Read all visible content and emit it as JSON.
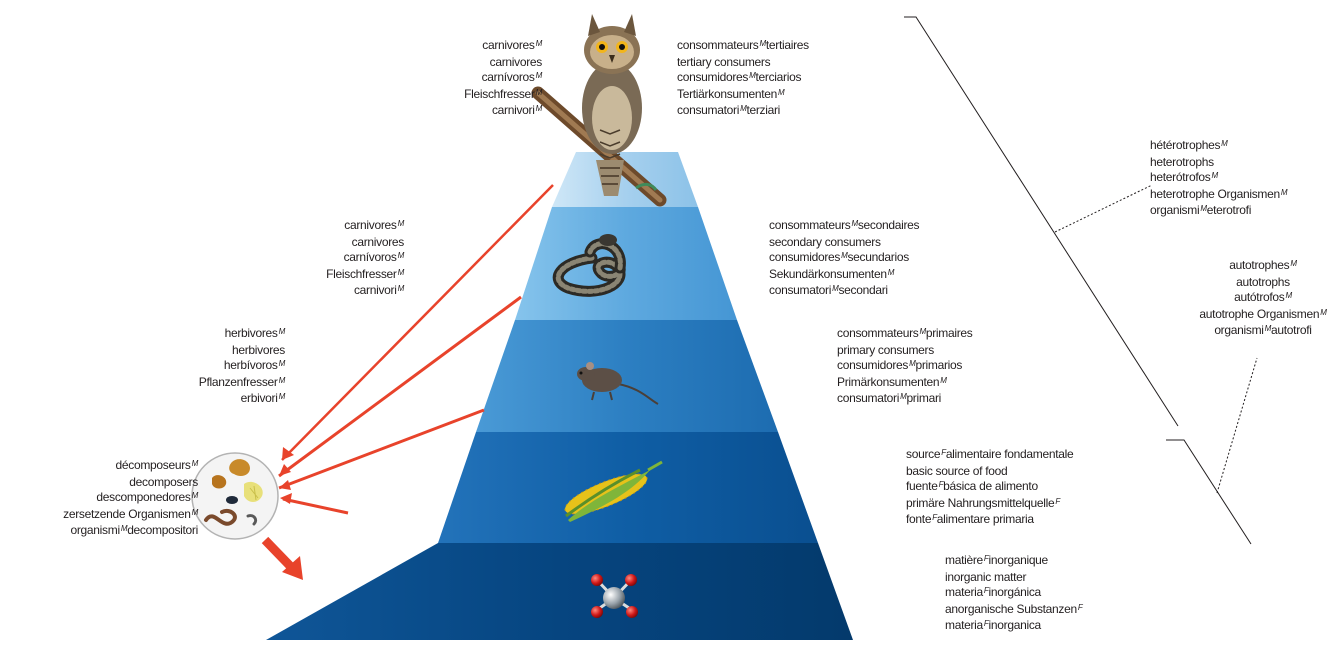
{
  "labels": {
    "tertiary_left": [
      {
        "pre": "carnivores",
        "g": "M",
        "post": ""
      },
      {
        "pre": "carnivores",
        "g": "",
        "post": ""
      },
      {
        "pre": "carnívoros",
        "g": "M",
        "post": ""
      },
      {
        "pre": "Fleischfresser",
        "g": "M",
        "post": ""
      },
      {
        "pre": "carnivori",
        "g": "M",
        "post": ""
      }
    ],
    "tertiary_right": [
      {
        "pre": "consommateurs",
        "g": "M",
        "post": "tertiaires"
      },
      {
        "pre": "tertiary consumers",
        "g": "",
        "post": ""
      },
      {
        "pre": "consumidores",
        "g": "M",
        "post": "terciarios"
      },
      {
        "pre": "Tertiärkonsumenten",
        "g": "M",
        "post": ""
      },
      {
        "pre": "consumatori",
        "g": "M",
        "post": "terziari"
      }
    ],
    "secondary_left": [
      {
        "pre": "carnivores",
        "g": "M",
        "post": ""
      },
      {
        "pre": "carnivores",
        "g": "",
        "post": ""
      },
      {
        "pre": "carnívoros",
        "g": "M",
        "post": ""
      },
      {
        "pre": "Fleischfresser",
        "g": "M",
        "post": ""
      },
      {
        "pre": "carnivori",
        "g": "M",
        "post": ""
      }
    ],
    "secondary_right": [
      {
        "pre": "consommateurs",
        "g": "M",
        "post": "secondaires"
      },
      {
        "pre": "secondary consumers",
        "g": "",
        "post": ""
      },
      {
        "pre": "consumidores",
        "g": "M",
        "post": "secundarios"
      },
      {
        "pre": "Sekundärkonsumenten",
        "g": "M",
        "post": ""
      },
      {
        "pre": "consumatori",
        "g": "M",
        "post": "secondari"
      }
    ],
    "primary_left": [
      {
        "pre": "herbivores",
        "g": "M",
        "post": ""
      },
      {
        "pre": "herbivores",
        "g": "",
        "post": ""
      },
      {
        "pre": "herbívoros",
        "g": "M",
        "post": ""
      },
      {
        "pre": "Pflanzenfresser",
        "g": "M",
        "post": ""
      },
      {
        "pre": "erbivori",
        "g": "M",
        "post": ""
      }
    ],
    "primary_right": [
      {
        "pre": "consommateurs",
        "g": "M",
        "post": "primaires"
      },
      {
        "pre": "primary consumers",
        "g": "",
        "post": ""
      },
      {
        "pre": "consumidores",
        "g": "M",
        "post": "primarios"
      },
      {
        "pre": "Primärkonsumenten",
        "g": "M",
        "post": ""
      },
      {
        "pre": "consumatori",
        "g": "M",
        "post": "primari"
      }
    ],
    "decomposers": [
      {
        "pre": "décomposeurs",
        "g": "M",
        "post": ""
      },
      {
        "pre": "decomposers",
        "g": "",
        "post": ""
      },
      {
        "pre": "descomponedores",
        "g": "M",
        "post": ""
      },
      {
        "pre": "zersetzende Organismen",
        "g": "M",
        "post": ""
      },
      {
        "pre": "organismi",
        "g": "M",
        "post": "decompositori"
      }
    ],
    "food_source": [
      {
        "pre": "source",
        "g": "F",
        "post": "alimentaire fondamentale"
      },
      {
        "pre": "basic source of food",
        "g": "",
        "post": ""
      },
      {
        "pre": "fuente",
        "g": "F",
        "post": "básica de alimento"
      },
      {
        "pre": "primäre Nahrungsmittelquelle",
        "g": "F",
        "post": ""
      },
      {
        "pre": "fonte",
        "g": "F",
        "post": "alimentare primaria"
      }
    ],
    "inorganic": [
      {
        "pre": "matière",
        "g": "F",
        "post": "inorganique"
      },
      {
        "pre": "inorganic matter",
        "g": "",
        "post": ""
      },
      {
        "pre": "materia",
        "g": "F",
        "post": "inorgánica"
      },
      {
        "pre": "anorganische Substanzen",
        "g": "F",
        "post": ""
      },
      {
        "pre": "materia",
        "g": "F",
        "post": "inorganica"
      }
    ],
    "heterotrophs": [
      {
        "pre": "hétérotrophes",
        "g": "M",
        "post": ""
      },
      {
        "pre": "heterotrophs",
        "g": "",
        "post": ""
      },
      {
        "pre": "heterótrofos",
        "g": "M",
        "post": ""
      },
      {
        "pre": "heterotrophe Organismen",
        "g": "M",
        "post": ""
      },
      {
        "pre": "organismi",
        "g": "M",
        "post": "eterotrofi"
      }
    ],
    "autotrophs": [
      {
        "pre": "autotrophes",
        "g": "M",
        "post": ""
      },
      {
        "pre": "autotrophs",
        "g": "",
        "post": ""
      },
      {
        "pre": "autótrofos",
        "g": "M",
        "post": ""
      },
      {
        "pre": "autotrophe Organismen",
        "g": "M",
        "post": ""
      },
      {
        "pre": "organismi",
        "g": "M",
        "post": "autotrofi"
      }
    ]
  },
  "icons": {
    "tertiary": "owl-icon",
    "secondary": "snake-icon",
    "primary": "mouse-icon",
    "food_source": "corn-icon",
    "inorganic": "molecule-icon",
    "decomposers": "decomposers-icon"
  },
  "colors": {
    "level_top": "#a9d2ef",
    "level_2": "#64b0e3",
    "level_3": "#2d83c7",
    "level_4": "#0d5ea6",
    "level_5": "#05447c",
    "arrow": "#e8432b"
  }
}
